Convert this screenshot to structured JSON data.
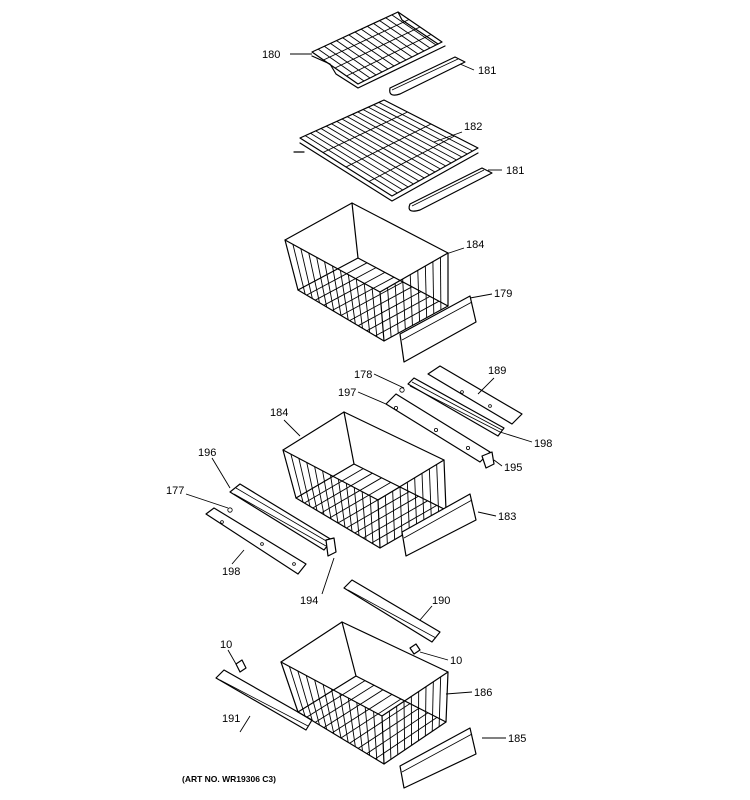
{
  "callouts": {
    "p180": "180",
    "p181a": "181",
    "p182": "182",
    "p181b": "181",
    "p184a": "184",
    "p179": "179",
    "p178": "178",
    "p189": "189",
    "p197": "197",
    "p198a": "198",
    "p184b": "184",
    "p195": "195",
    "p196": "196",
    "p177": "177",
    "p183": "183",
    "p198b": "198",
    "p194": "194",
    "p190": "190",
    "p10a": "10",
    "p10b": "10",
    "p186": "186",
    "p191": "191",
    "p185": "185"
  },
  "art_number": "(ART NO. WR19306 C3)"
}
